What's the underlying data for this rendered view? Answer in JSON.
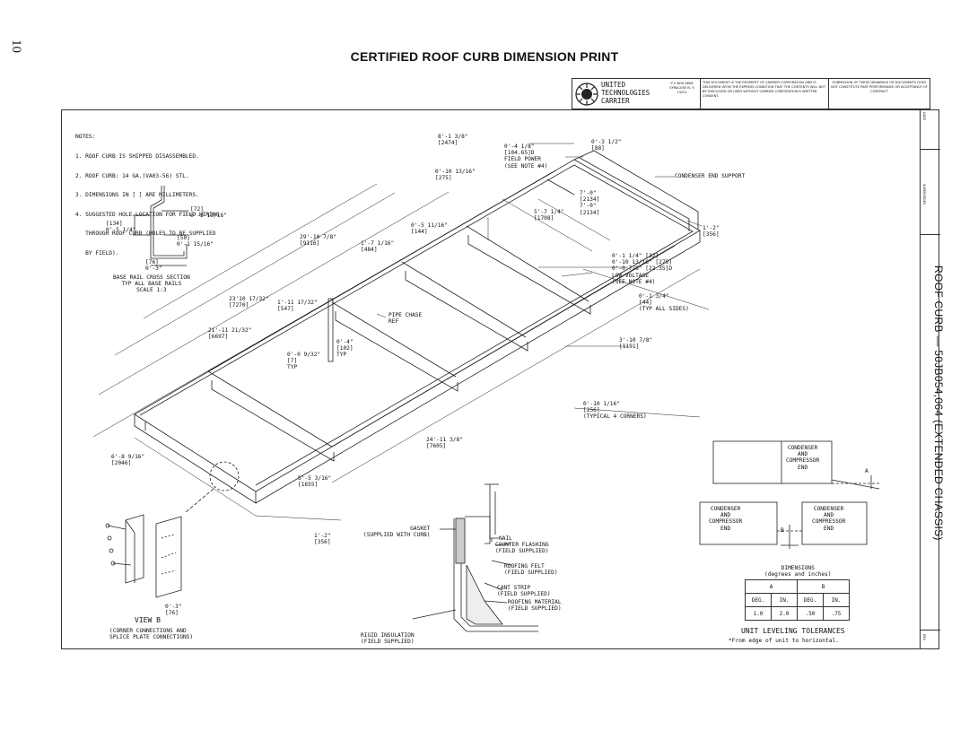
{
  "page_number": "10",
  "title": "CERTIFIED ROOF CURB DIMENSION PRINT",
  "side_title": "ROOF CURB — 50JB054,064 (EXTENDED CHASSIS)",
  "title_block": {
    "company_lines": [
      "UNITED",
      "TECHNOLOGIES",
      "CARRIER"
    ],
    "address": "P O BOX 4808 SYRACUSE N. Y. 13221",
    "notice": "THIS DOCUMENT IS THE PROPERTY OF CARRIER CORPORATION AND IS DELIVERED UPON THE EXPRESS CONDITION THAT THE CONTENTS WILL NOT BE DISCLOSED OR USED WITHOUT CARRIER CORPORATION'S WRITTEN CONSENT.",
    "submission": "SUBMISSION OF THESE DRAWINGS OR DOCUMENTS DOES NOT CONSTITUTE PART PERFORMANCE OR ACCEPTANCE OF CONTRACT"
  },
  "sidebar": {
    "date": "DATE",
    "supersedes": "SUPERSEDES",
    "rev": "REV"
  },
  "notes": {
    "heading": "NOTES:",
    "lines": [
      "1. ROOF CURB IS SHIPPED DISASSEMBLED.",
      "2. ROOF CURB: 14 GA.(VA03-56) STL.",
      "3. DIMENSIONS IN [ ] ARE MILLIMETERS.",
      "4. SUGGESTED HOLE LOCATION FOR FIELD WIRING",
      "   THROUGH ROOF CURB (HOLES TO BE SUPPLIED",
      "   BY FIELD)."
    ]
  },
  "base_rail": {
    "dims": {
      "a": "[72]\n0'-2 13/16\"",
      "b": "[134]\n0'-5 1/4\"",
      "c": "[50]\n0'-1 15/16\"",
      "d": "[76]\n0'-3\""
    },
    "caption": "BASE RAIL CROSS SECTION\nTYP ALL BASE RAILS\nSCALE 1:3"
  },
  "dims": {
    "d1": "8'-1 3/8\"\n[2474]",
    "d2": "0'-4 1/8\"\n[104.65]D\nFIELD POWER\n(SEE NOTE #4)",
    "d3": "0'-3 1/2\"\n[88]",
    "d4": "0'-10 13/16\"\n[275]",
    "d5": "CONDENSER END SUPPORT",
    "d6": "7'-0\"\n[2134]\n7'-0\"\n[2134]",
    "d7": "5'-7 1/4\"\n[1708]",
    "d8": "0'-5 11/16\"\n[144]",
    "d9": "29'-10 7/8\"\n[9116]",
    "d10": "1'-7 1/16\"\n[484]",
    "d11": "1'-2\"\n[356]",
    "d12": "0'-1 1/4\" [32]\n0'-10 13/16\" [275]\n0'-0 7/8\" [22.35]D\nLOW VOLTAGE\n(SEE NOTE #4)",
    "d13": "0'-1 3/4\"\n[44]\n(TYP ALL SIDES)",
    "d14": "23'10 17/32\"\n[7270]",
    "d15": "1'-11 17/32\"\n[547]",
    "d16": "PIPE CHASE\nREF",
    "d17": "21'-11 21/32\"\n[6697]",
    "d18": "0'-4\"\n[102]\nTYP",
    "d19": "0'-0 9/32\"\n[7]\nTYP",
    "d20": "3'-10 7/8\"\n[1191]",
    "d21": "0'-10 1/16\"\n[256]\n(TYPICAL 4 CORNERS)",
    "d22": "24'-11 3/8\"\n[7605]",
    "d23": "6'-8 9/16\"\n[2046]",
    "d24": "5'-5 3/16\"\n[1655]",
    "d25": "1'-2\"\n[356]"
  },
  "view_b": {
    "title": "VIEW B",
    "dim": "0'-3\"\n[76]",
    "caption": "(CORNER CONNECTIONS AND\nSPLICE PLATE CONNECTIONS)"
  },
  "flashing": {
    "gasket": "GASKET\n(SUPPLIED WITH CURB)",
    "nail": "NAIL",
    "counter": "COUNTER FLASHING\n(FIELD SUPPLIED)",
    "felt": "ROOFING FELT\n(FIELD SUPPLIED)",
    "cant": "CANT STRIP\n(FIELD SUPPLIED)",
    "material": "ROOFING MATERIAL\n(FIELD SUPPLIED)",
    "rigid": "RIGID INSULATION\n(FIELD SUPPLIED)"
  },
  "leveling": {
    "box_top": "CONDENSER\nAND\nCOMPRESSOR\nEND",
    "box_left": "CONDENSER\nAND\nCOMPRESSOR\nEND",
    "box_right": "CONDENSER\nAND\nCOMPRESSOR\nEND",
    "a_label": "A",
    "b_label": "B",
    "dim_title": "DIMENSIONS\n(degrees and inches)",
    "col_a": "A",
    "col_b": "B",
    "headers": [
      "DEG.",
      "IN.",
      "DEG.",
      "IN."
    ],
    "values": [
      "1.0",
      "2.0",
      ".50",
      ".75"
    ],
    "caption": "UNIT LEVELING TOLERANCES",
    "footnote": "*From edge of unit to horizontal."
  }
}
